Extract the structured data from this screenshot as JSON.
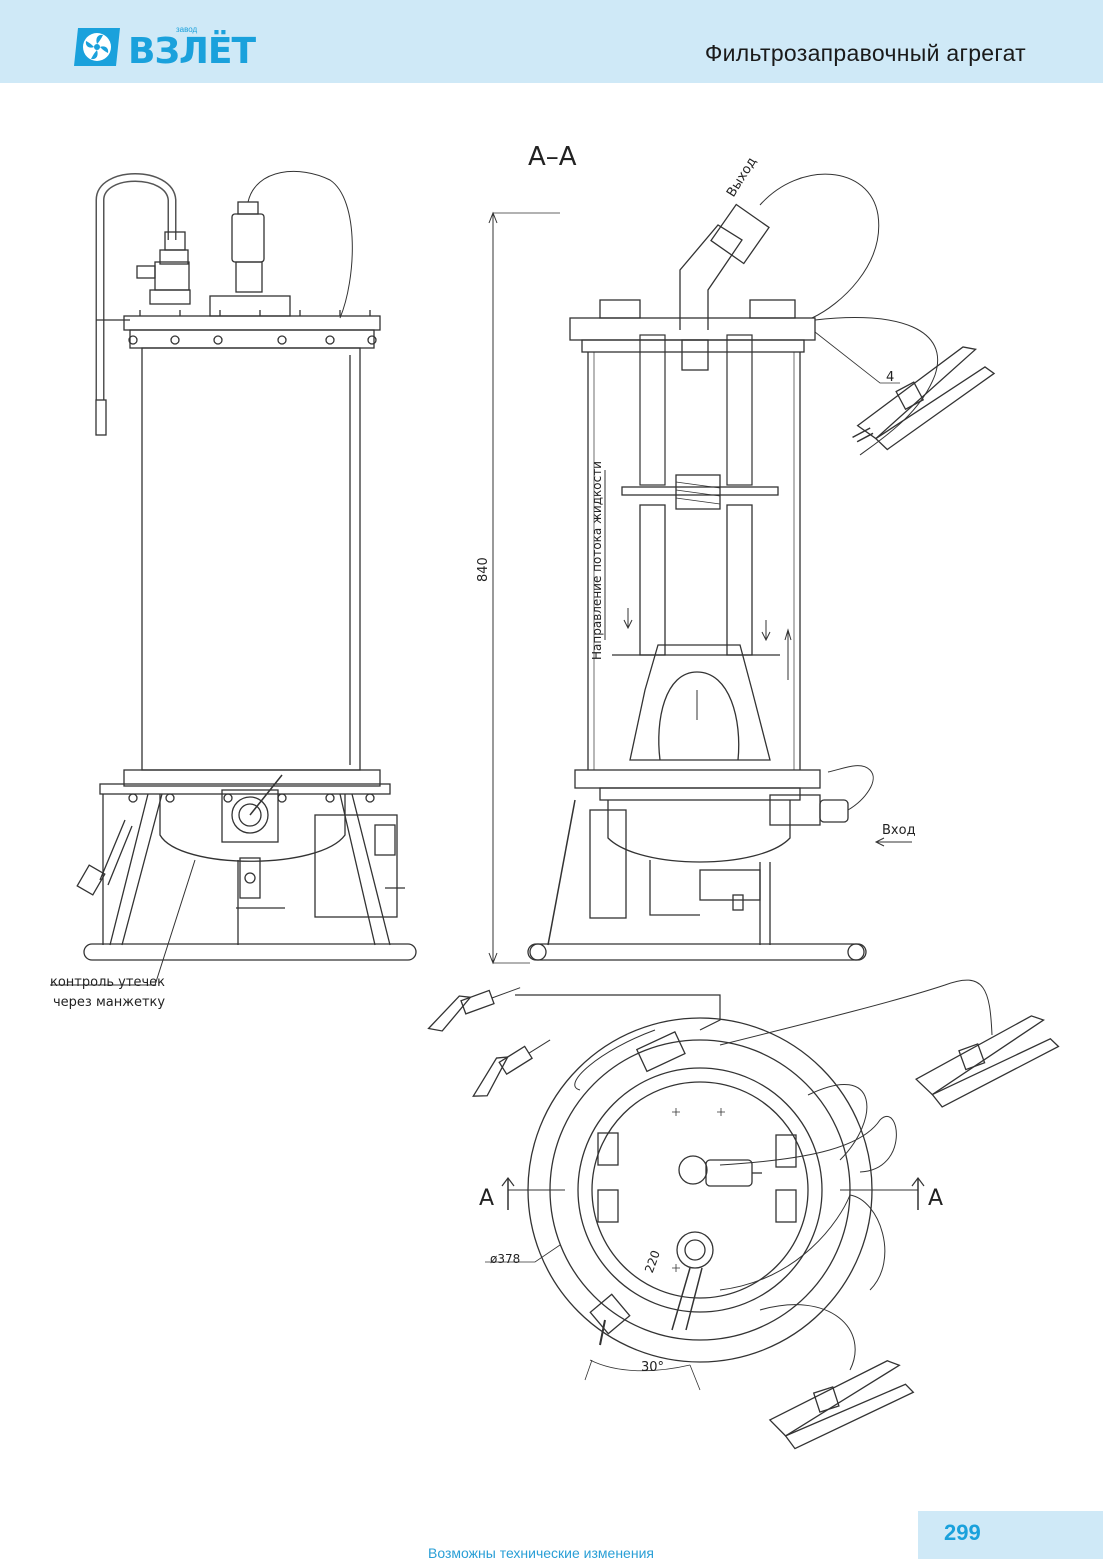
{
  "brand": {
    "name": "ВЗЛЁТ",
    "small": "завод"
  },
  "header": {
    "title": "Фильтрозаправочный агрегат"
  },
  "labels": {
    "section": "А–А",
    "outlet": "Выход",
    "inlet": "Вход",
    "height": "840",
    "item": "4",
    "flow": "Направление потока жидкости",
    "leak1": "контроль утечек",
    "leak2": "через манжетку",
    "cut_left": "А",
    "cut_right": "А",
    "diameter": "ø378",
    "dim220": "220",
    "angle": "30°"
  },
  "footer": {
    "note": "Возможны технические изменения",
    "page": "299"
  },
  "colors": {
    "accent": "#1aa1dc",
    "header_bg": "#cfe9f7",
    "line": "#333333"
  }
}
